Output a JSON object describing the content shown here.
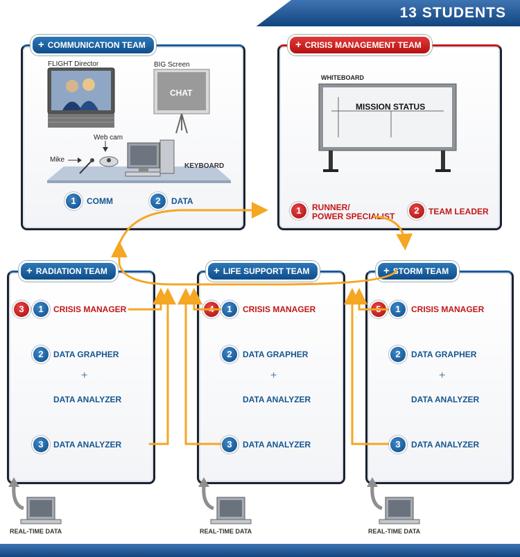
{
  "header": {
    "title": "13  STUDENTS"
  },
  "communication": {
    "title": "COMMUNICATION TEAM",
    "flight_director": "FLIGHT Director",
    "big_screen": "BIG Screen",
    "chat": "CHAT",
    "web_cam": "Web cam",
    "mike": "Mike",
    "keyboard": "KEYBOARD",
    "roles": [
      {
        "num": "1",
        "label": "COMM"
      },
      {
        "num": "2",
        "label": "DATA"
      }
    ]
  },
  "crisis": {
    "title": "CRISIS MANAGEMENT TEAM",
    "whiteboard": "WHITEBOARD",
    "mission_status": "MISSION STATUS",
    "roles": [
      {
        "num": "1",
        "line1": "RUNNER/",
        "line2": "POWER SPECIALIST"
      },
      {
        "num": "2",
        "label": "TEAM LEADER"
      }
    ]
  },
  "teams": [
    {
      "title": "RADIATION TEAM",
      "order": "3",
      "crisis_num": "1",
      "crisis": "CRISIS MANAGER",
      "grapher_num": "2",
      "grapher": "DATA GRAPHER",
      "plus": "+",
      "analyzer_a": "DATA ANALYZER",
      "analyzer_num": "3",
      "analyzer_b": "DATA ANALYZER",
      "realtime": "REAL-TIME DATA"
    },
    {
      "title": "LIFE SUPPORT TEAM",
      "order": "4",
      "crisis_num": "1",
      "crisis": "CRISIS MANAGER",
      "grapher_num": "2",
      "grapher": "DATA GRAPHER",
      "plus": "+",
      "analyzer_a": "DATA ANALYZER",
      "analyzer_num": "3",
      "analyzer_b": "DATA ANALYZER",
      "realtime": "REAL-TIME DATA"
    },
    {
      "title": "STORM TEAM",
      "order": "5",
      "crisis_num": "1",
      "crisis": "CRISIS MANAGER",
      "grapher_num": "2",
      "grapher": "DATA GRAPHER",
      "plus": "+",
      "analyzer_a": "DATA ANALYZER",
      "analyzer_num": "3",
      "analyzer_b": "DATA ANALYZER",
      "realtime": "REAL-TIME DATA"
    }
  ],
  "colors": {
    "blue": "#15558f",
    "red": "#c21717",
    "orange": "#f5a623",
    "navy": "#1d5b9a"
  }
}
